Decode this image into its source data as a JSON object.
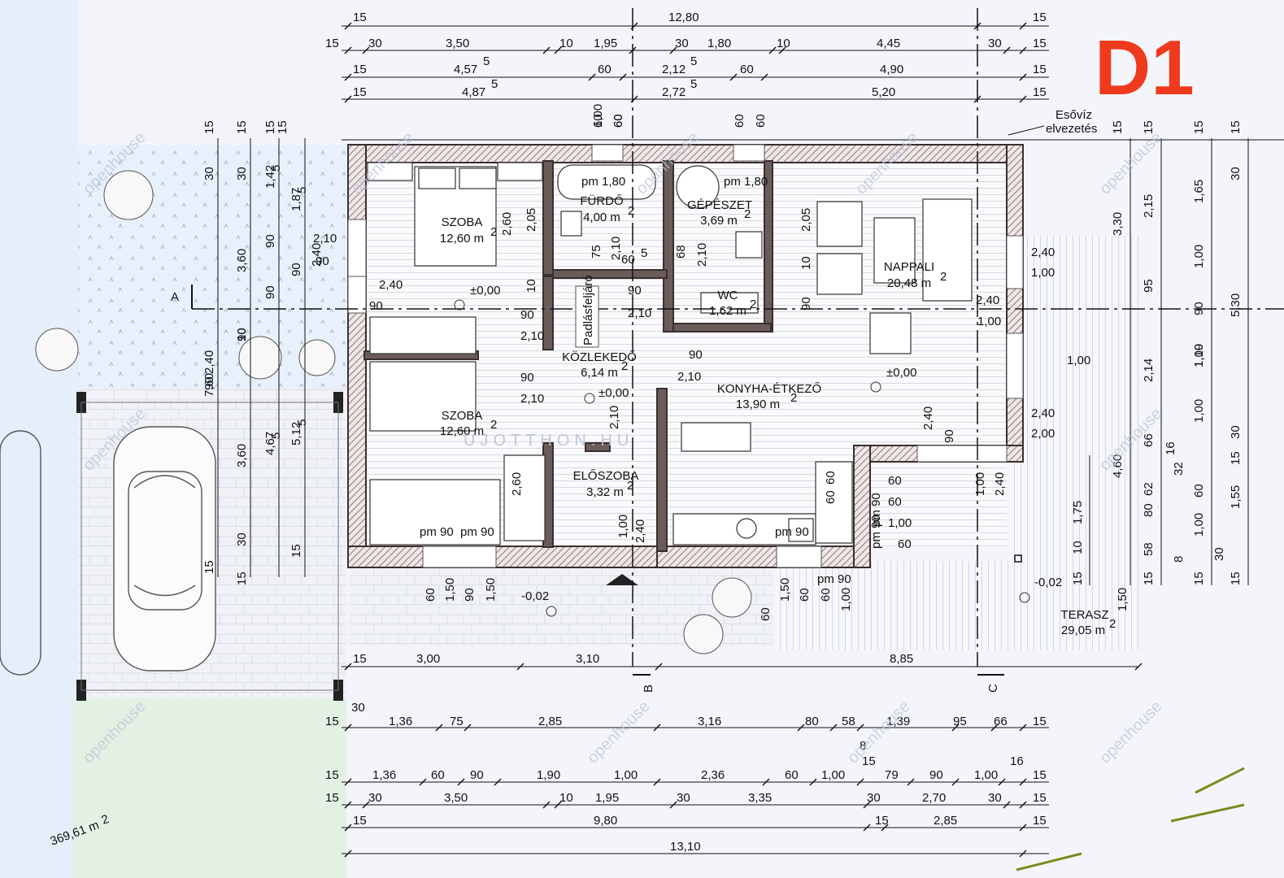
{
  "title": "D1",
  "colors": {
    "title": "#f03a1e",
    "wall": "#3a2e2e",
    "hatch": "#8a7a7a",
    "site": "#e8f0fb",
    "lawn": "#e3f1e4"
  },
  "watermark": "UJOTTHON.HU",
  "watermark_small": "openhouse",
  "plot_area": "369,61 m",
  "plot_sup": "2",
  "axes": {
    "a": "A",
    "b": "B",
    "c": "C"
  },
  "rainwater": [
    "Esővíz",
    "elvezetés"
  ],
  "attic_ladder": "Padlásfeljáró",
  "rooms": {
    "szoba1": {
      "name": "SZOBA",
      "area": "12,60 m",
      "sup": "2"
    },
    "furdo": {
      "name": "FÜRDŐ",
      "area": "4,00 m",
      "sup": "2"
    },
    "gepeszet": {
      "name": "GÉPÉSZET",
      "area": "3,69 m",
      "sup": "2"
    },
    "nappali": {
      "name": "NAPPALI",
      "area": "20,48 m",
      "sup": "2"
    },
    "wc": {
      "name": "WC",
      "area": "1,62 m",
      "sup": "2"
    },
    "kozlekedo": {
      "name": "KÖZLEKEDŐ",
      "area": "6,14 m",
      "sup": "2"
    },
    "konyha": {
      "name": "KONYHA-ÉTKEZŐ",
      "area": "13,90 m",
      "sup": "2"
    },
    "szoba2": {
      "name": "SZOBA",
      "area": "12,60 m",
      "sup": "2"
    },
    "eloszoba": {
      "name": "ELŐSZOBA",
      "area": "3,32 m",
      "sup": "2"
    },
    "terasz": {
      "name": "TERASZ",
      "area": "29,05 m",
      "sup": "2"
    }
  },
  "levels": {
    "szoba1": "±0,00",
    "kozlekedo": "±0,00",
    "konyha": "±0,00",
    "entry": "-0,02",
    "terasz": "-0,02"
  },
  "dims": {
    "t1": [
      "15",
      "12,80",
      "15"
    ],
    "t2": [
      "15",
      "30",
      "3,50",
      "10",
      "1,95",
      "30",
      "1,80",
      "10",
      "4,45",
      "30",
      "15"
    ],
    "t3": [
      "15",
      "4,57",
      "5",
      "60",
      "2,12",
      "5",
      "60",
      "4,90",
      "15"
    ],
    "t4": [
      "15",
      "4,87",
      "5",
      "2,72",
      "5",
      "5,20",
      "15"
    ],
    "b0": [
      "15",
      "3,00",
      "3,10",
      "8,85"
    ],
    "b1": [
      "30",
      "15",
      "1,36",
      "75",
      "2,85",
      "3,16",
      "80",
      "58",
      "1,39",
      "95",
      "66",
      "15"
    ],
    "b1b": [
      "8",
      "15",
      "16"
    ],
    "b2": [
      "15",
      "1,36",
      "60",
      "90",
      "1,90",
      "1,00",
      "2,36",
      "60",
      "1,00",
      "79",
      "90",
      "1,00",
      "15"
    ],
    "b3": [
      "15",
      "30",
      "3,50",
      "10",
      "1,95",
      "30",
      "3,35",
      "30",
      "2,70",
      "30",
      "15"
    ],
    "b4": [
      "15",
      "9,80",
      "15",
      "2,85",
      "15"
    ],
    "b5": [
      "13,10"
    ],
    "left_v": [
      "15",
      "15",
      "15",
      "15",
      "30",
      "30",
      "1,42",
      "5",
      "1,87",
      "5",
      "90",
      "90",
      "3,60",
      "90",
      "2,40",
      "90",
      "90",
      "2,40",
      "7,60",
      "10",
      "3,60",
      "4,67",
      "5",
      "5,12",
      "5",
      "30",
      "15",
      "15",
      "15"
    ],
    "right_v": [
      "15",
      "15",
      "15",
      "15",
      "30",
      "2,15",
      "1,65",
      "3,30",
      "1,00",
      "95",
      "5,30",
      "1,00",
      "90",
      "1,19",
      "2,14",
      "1,00",
      "30",
      "4,60",
      "66",
      "16",
      "15",
      "62",
      "32",
      "60",
      "1,55",
      "80",
      "1,00",
      "58",
      "8",
      "30",
      "15",
      "15",
      "15"
    ],
    "openings": [
      "60",
      "60",
      "60",
      "60",
      "pm 1,80",
      "pm 1,80",
      "2,60",
      "2,05",
      "2,05",
      "75",
      "2,10",
      "60",
      "5",
      "68",
      "2,10",
      "10",
      "10",
      "90",
      "2,10",
      "90",
      "2,10",
      "90",
      "2,10",
      "90",
      "2,10",
      "90",
      "2,10",
      "90",
      "2,40",
      "90",
      "2,40",
      "1,00",
      "2,40",
      "1,00",
      "2,40",
      "2,00",
      "1,00",
      "2,40",
      "90",
      "2,10",
      "pm 90",
      "pm 90",
      "pm 90",
      "pm 90",
      "pm 90",
      "pm 90",
      "60",
      "60",
      "1,00",
      "60",
      "1,00",
      "2,40",
      "2,60",
      "1,50",
      "90",
      "1,50",
      "60",
      "1,50",
      "60",
      "60",
      "1,00",
      "60",
      "1,50",
      "1,75",
      "10",
      "15",
      "1,00",
      "2,40",
      "60",
      "60",
      "1,00",
      "60"
    ]
  }
}
